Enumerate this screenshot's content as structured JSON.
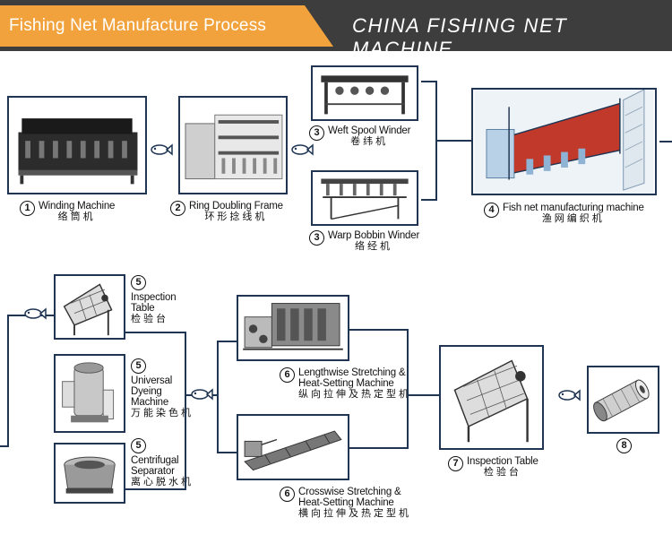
{
  "header": {
    "left_title": "Fishing Net Manufacture Process",
    "right_title": "CHINA FISHING NET MACHINE",
    "accent_color": "#f2a23c",
    "bar_color": "#3d3d3d"
  },
  "icons": {
    "connector": "fish-icon"
  },
  "steps": [
    {
      "num": "1",
      "en": "Winding Machine",
      "cn": "络筒机"
    },
    {
      "num": "2",
      "en": "Ring Doubling Frame",
      "cn": "环形捻线机"
    },
    {
      "num": "3",
      "en": "Weft Spool Winder",
      "cn": "卷纬机"
    },
    {
      "num": "3",
      "en": "Warp Bobbin Winder",
      "cn": "络经机"
    },
    {
      "num": "4",
      "en": "Fish net manufacturing machine",
      "cn": "渔网编织机"
    },
    {
      "num": "5",
      "en_lines": [
        "Inspection",
        "Table"
      ],
      "cn": "检验台"
    },
    {
      "num": "5",
      "en_lines": [
        "Universal",
        "Dyeing",
        "Machine"
      ],
      "cn": "万能染色机"
    },
    {
      "num": "5",
      "en_lines": [
        "Centrifugal",
        "Separator"
      ],
      "cn": "离心脱水机"
    },
    {
      "num": "6",
      "en_lines": [
        "Lengthwise Stretching &",
        "Heat-Setting Machine"
      ],
      "cn": "纵向拉伸及热定型机"
    },
    {
      "num": "6",
      "en_lines": [
        "Crosswise Stretching &",
        "Heat-Setting Machine"
      ],
      "cn": "横向拉伸及热定型机"
    },
    {
      "num": "7",
      "en": "Inspection Table",
      "cn": "检验台"
    },
    {
      "num": "8"
    }
  ]
}
